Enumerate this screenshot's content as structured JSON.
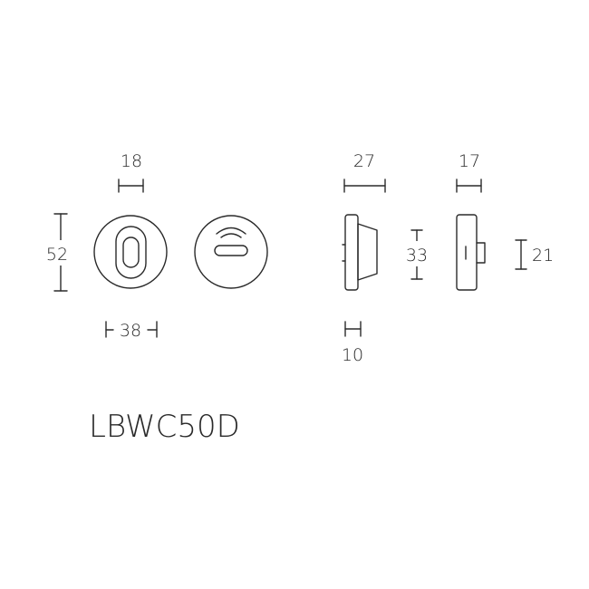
{
  "dimensions": {
    "rose_outer_height": "52",
    "rose_outer_width": "38",
    "keyhole_width": "18",
    "depth_total": "27",
    "depth_rose": "10",
    "knob_height": "33",
    "depth_side": "17",
    "side_height": "21"
  },
  "model_name": "LBWC50D"
}
